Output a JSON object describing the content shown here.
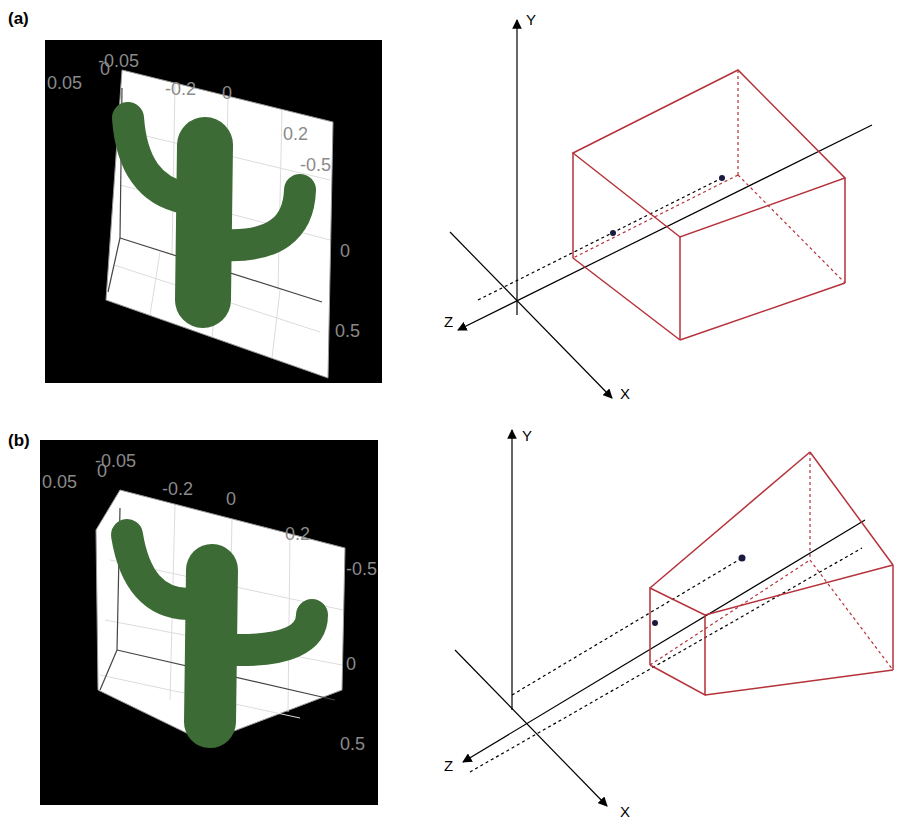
{
  "diagram": {
    "labels": [
      "(a)",
      "-0.05",
      "0.05",
      "0",
      "-0.2",
      "0",
      "0.2",
      "-0.5",
      "0",
      "0.5",
      "Y",
      "Z",
      "X",
      "(b)",
      "-0.05",
      "0.05",
      "0",
      "-0.2",
      "0",
      "0.2",
      "-0.5",
      "0",
      "0.5",
      "Y",
      "Z",
      "X"
    ]
  }
}
